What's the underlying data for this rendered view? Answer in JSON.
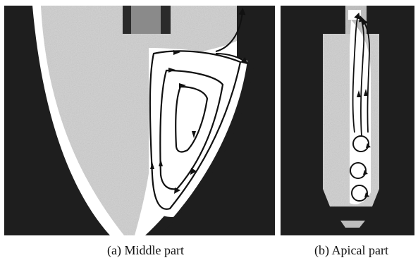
{
  "figure": {
    "panels": [
      {
        "id": "a",
        "caption": "(a) Middle part"
      },
      {
        "id": "b",
        "caption": "(b) Apical part"
      }
    ],
    "colors": {
      "background_fill": "#1c1c1c",
      "tissue": "#d4d4d4",
      "canal": "#ffffff",
      "arrow": "#111111"
    }
  }
}
